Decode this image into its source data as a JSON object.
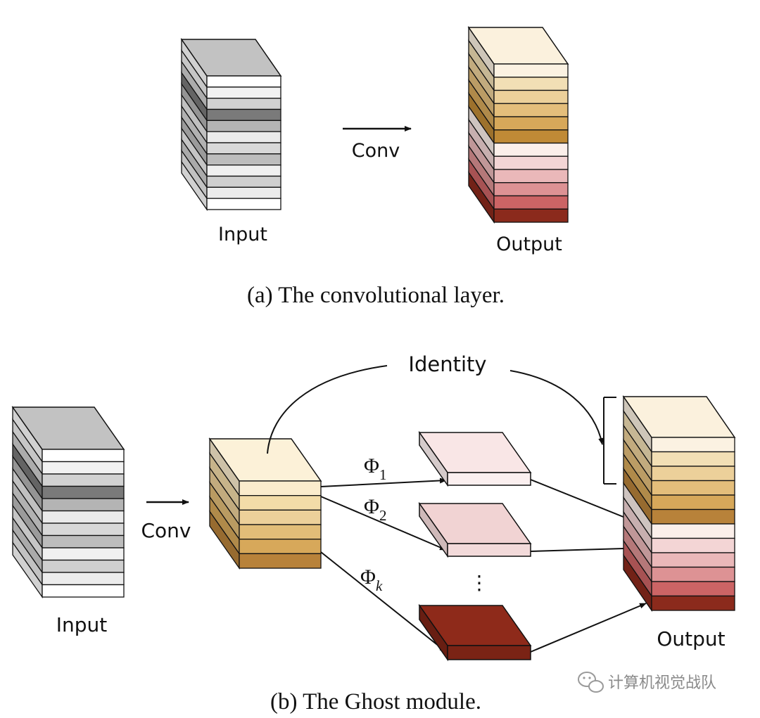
{
  "panel_a": {
    "input_label": "Input",
    "arrow_label": "Conv",
    "output_label": "Output",
    "caption": "(a)  The convolutional layer.",
    "input_stripes": [
      "#ffffff",
      "#f2f2f2",
      "#d2d2d2",
      "#7a7a7a",
      "#b4b4b4",
      "#eaeaea",
      "#d8d8d8",
      "#bdbdbd",
      "#f0f0f0",
      "#cfcfcf",
      "#ececec",
      "#ffffff"
    ],
    "input_top": "#c2c2c2",
    "output_stripes": [
      "#fbf2e2",
      "#f2dfb5",
      "#ecd09a",
      "#e4be7b",
      "#d7a85a",
      "#c08a36",
      "#fbefea",
      "#f3d5d5",
      "#eab8b9",
      "#dd9294",
      "#cc6465",
      "#8b2a1c"
    ],
    "output_top": "#fbf1dd"
  },
  "panel_b": {
    "identity_label": "Identity",
    "arrow_label": "Conv",
    "input_label": "Input",
    "output_label": "Output",
    "caption": "(b)  The Ghost module.",
    "phi": [
      {
        "symbol": "Φ",
        "sub": "1"
      },
      {
        "symbol": "Φ",
        "sub": "2"
      },
      {
        "symbol": "Φ",
        "sub": "k"
      }
    ],
    "ellipsis": "⋮",
    "input_stripes": [
      "#ffffff",
      "#f2f2f2",
      "#d2d2d2",
      "#7a7a7a",
      "#b4b4b4",
      "#eaeaea",
      "#d8d8d8",
      "#bdbdbd",
      "#f0f0f0",
      "#cfcfcf",
      "#ececec",
      "#ffffff"
    ],
    "input_top": "#c2c2c2",
    "intrinsic_stripes": [
      "#fbeccd",
      "#f3dca8",
      "#ecd09a",
      "#e2bd78",
      "#d7a85a",
      "#b8823a"
    ],
    "intrinsic_top": "#fcf1d8",
    "ghost_maps": [
      {
        "face": "#fbefef",
        "top": "#f9e6e6"
      },
      {
        "face": "#f3dada",
        "top": "#f1d3d3"
      },
      {
        "face": "#7a2315",
        "top": "#8e2a1a"
      }
    ],
    "output_stripes": [
      "#fbf2e2",
      "#f2dfb5",
      "#ecd09a",
      "#e4be7b",
      "#d7a85a",
      "#b8823a",
      "#fbefea",
      "#f3d5d5",
      "#eab8b9",
      "#dd9294",
      "#cc6465",
      "#8b2a1c"
    ],
    "output_top": "#fbf1dd"
  },
  "watermark": {
    "text": "计算机视觉战队",
    "icon": "wechat-icon"
  }
}
